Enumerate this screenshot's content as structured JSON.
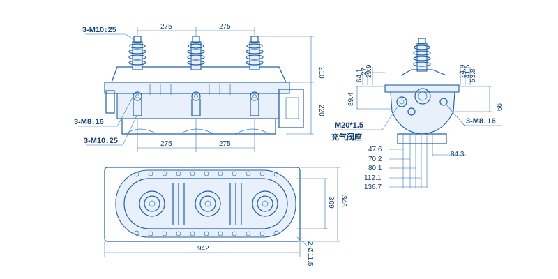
{
  "front_view": {
    "thread_top": "3-M10↓25",
    "thread_side": "3-M8↓16",
    "thread_bottom": "3-M10↓25",
    "pitch_top_1": "275",
    "pitch_top_2": "275",
    "pitch_bottom_1": "275",
    "pitch_bottom_2": "275",
    "height_upper": "210",
    "height_lower": "220"
  },
  "side_view": {
    "dims_top": [
      "64.1",
      "27",
      "29.9",
      "24.9",
      "41.5",
      "53.8"
    ],
    "dim_left": "89.4",
    "dim_right": "99",
    "thread_label": "3-M8↓16",
    "valve_thread": "M20*1.5",
    "valve_name": "充气阀座",
    "dims_bottom": [
      "47.6",
      "70.2",
      "80.1",
      "112.1",
      "136.7"
    ],
    "dim_bottom_right": "84.3"
  },
  "plan_view": {
    "width": "942",
    "height_inner": "309",
    "height_outer": "346",
    "holes": "2-Ø11.5"
  },
  "colors": {
    "line": "#1f5fb0",
    "text": "#173f7a",
    "fill": "#e8f1fb"
  }
}
